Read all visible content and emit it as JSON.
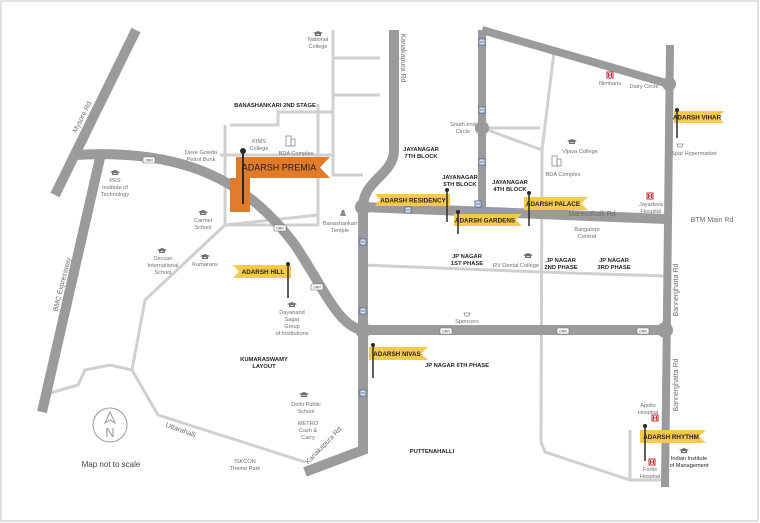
{
  "colors": {
    "major_road": "#9b9b9d",
    "minor_road": "#cfd0d2",
    "project_flag": "#f5c94b",
    "featured_flag": "#e07b2a",
    "hospital": "#c1272d",
    "metro": "#4f6d9b"
  },
  "roads": {
    "mysore": "Mysore Rd",
    "bmc": "BMC Expressway",
    "kanakapura_top": "Kanakapura Rd",
    "kanakapura_bottom": "Kanakapura Rd",
    "marenahalli": "Marenahalli Rd",
    "btm": "BTM Main Rd",
    "bannerghatta_1": "Bannerghatta Rd",
    "bannerghatta_2": "Bannerghatta Rd",
    "uttarahalli": "Uttarahalli",
    "orr": "ORR",
    "metro": "M",
    "hospital": "H"
  },
  "areas": {
    "banashankari": "BANASHANKARI 2ND STAGE",
    "jay7": [
      "JAYANAGAR",
      "7TH BLOCK"
    ],
    "jay5": [
      "JAYANAGAR",
      "5TH BLOCK"
    ],
    "jay4": [
      "JAYANAGAR",
      "4TH BLOCK"
    ],
    "jp1": [
      "JP NAGAR",
      "1ST PHASE"
    ],
    "jp2": [
      "JP NAGAR",
      "2ND PHASE"
    ],
    "jp3": [
      "JP NAGAR",
      "3RD PHASE"
    ],
    "jp6": "JP NAGAR 6TH PHASE",
    "kumaraswamy": [
      "KUMARASWAMY",
      "LAYOUT"
    ],
    "puttenahalli": "PUTTENAHALLI"
  },
  "landmarks": {
    "national": [
      "National",
      "College"
    ],
    "kims": [
      "KIMS",
      "College"
    ],
    "bda_left": "BDA Complex",
    "petrol": [
      "Deve Gowda",
      "Petrol Bunk"
    ],
    "pes": [
      "PES",
      "Institute of",
      "Technology"
    ],
    "carmel": [
      "Carmel",
      "School"
    ],
    "deccan": [
      "Deccan",
      "International",
      "School"
    ],
    "kumarans": "Kumarans",
    "temple": [
      "Banashankari",
      "Temple"
    ],
    "southend": [
      "South end",
      "Circle"
    ],
    "vijaya": "Vijaya College",
    "bda_right": "BDA Complex",
    "nimhans": "Nimhans",
    "dairy": "Dairy Circle",
    "spar": "Spar Hypermarket",
    "jayadeva": [
      "Jayadeva",
      "Hospital"
    ],
    "blr_central": [
      "Bangalore",
      "Central"
    ],
    "rv_dental": "RV Dental College",
    "spencers": "Spencers",
    "dayanand": [
      "Dayanand",
      "Sagar",
      "Group",
      "of Institutions"
    ],
    "dps": [
      "Delhi Public",
      "School"
    ],
    "metro_cc": [
      "METRO",
      "Cash &",
      "Carry"
    ],
    "iskcon": [
      "ISKCON",
      "Theme Park"
    ],
    "apollo": [
      "Apollo",
      "Hospital"
    ],
    "fortis": [
      "Fortis",
      "Hospital"
    ],
    "iim": [
      "Indian Institute",
      "of Management"
    ]
  },
  "projects": {
    "premia": "ADARSH PREMIA",
    "residency": "ADARSH RESIDENCY",
    "gardens": "ADARSH GARDENS",
    "palace": "ADARSH PALACE",
    "vihar": "ADARSH VIHAR",
    "hill": "ADARSH HILL",
    "nivas": "ADARSH NIVAS",
    "rhythm": "ADARSH RHYTHM"
  },
  "compass": {
    "letter": "N",
    "icon": "north-arrow-icon"
  },
  "note": "Map not to scale"
}
